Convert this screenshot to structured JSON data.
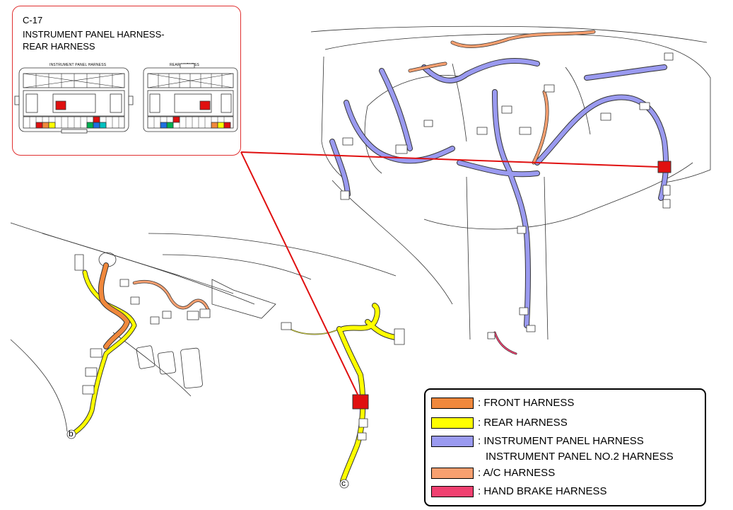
{
  "callout": {
    "code": "C-17",
    "title_line1": "INSTRUMENT PANEL HARNESS-",
    "title_line2": "REAR HARNESS",
    "left_connector_label": "INSTRUMENT PANEL HARNESS",
    "right_connector_label": "REAR HARNESS"
  },
  "markers": {
    "b": "b",
    "c": "c"
  },
  "legend": [
    {
      "color": "#f0883c",
      "text": ": FRONT HARNESS"
    },
    {
      "color": "#ffff00",
      "text": ": REAR HARNESS"
    },
    {
      "color": "#9a9af0",
      "text": ": INSTRUMENT PANEL HARNESS",
      "text2": "INSTRUMENT PANEL NO.2 HARNESS"
    },
    {
      "color": "#f8a070",
      "text": ": A/C HARNESS"
    },
    {
      "color": "#f04070",
      "text": ": HAND BRAKE HARNESS"
    }
  ],
  "colors": {
    "front": "#f0883c",
    "rear": "#ffff00",
    "instrument": "#9a9af0",
    "ac": "#f8a070",
    "handbrake": "#f04070",
    "leader": "#e01010"
  }
}
